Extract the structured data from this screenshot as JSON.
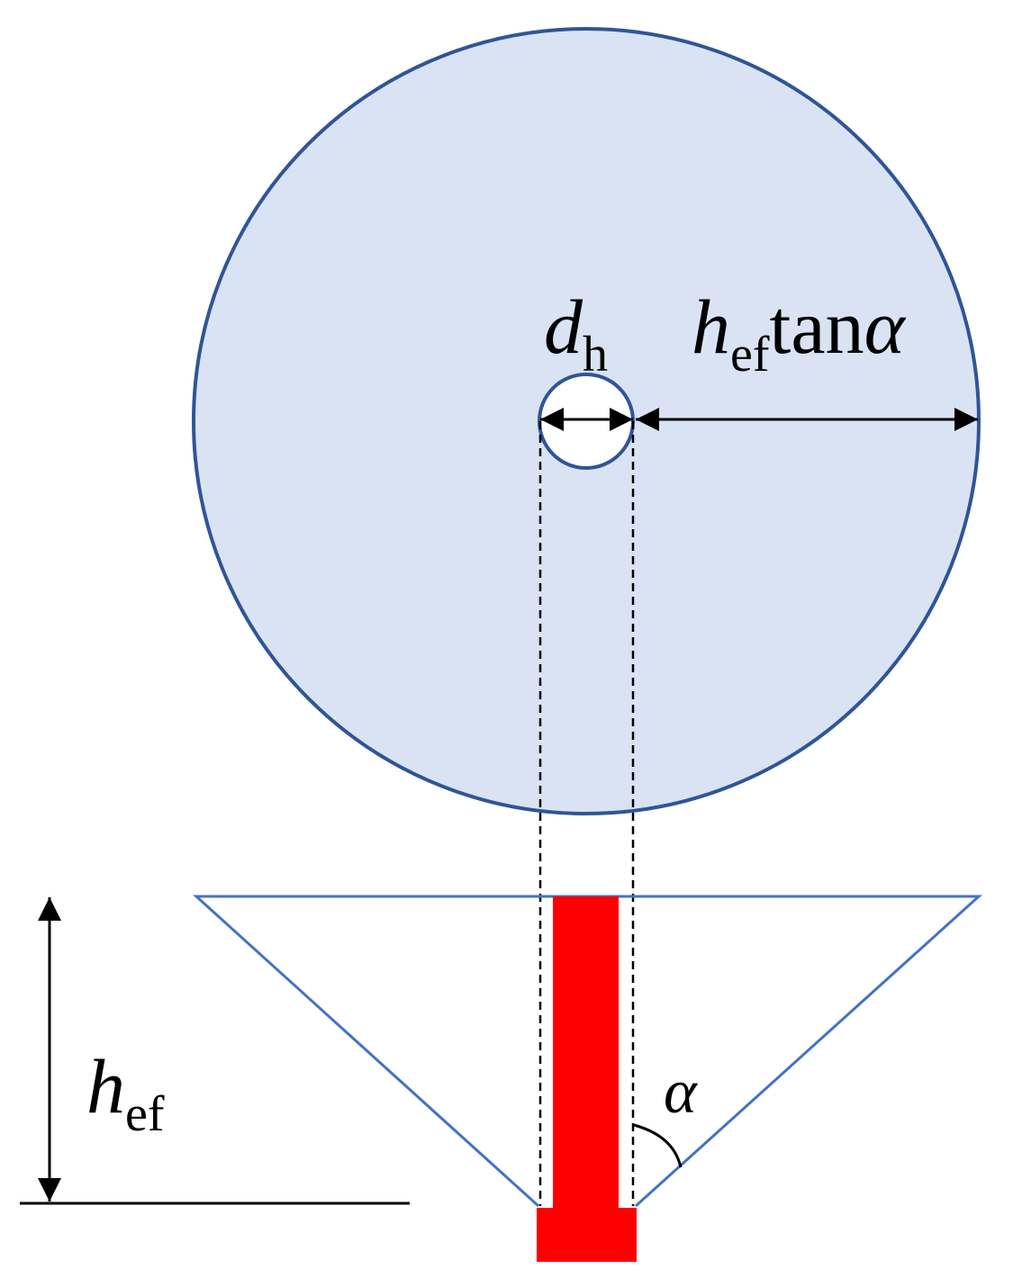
{
  "labels": {
    "hole_diameter": {
      "main": "d",
      "sub": "h"
    },
    "cone_radius": {
      "main": "h",
      "sub": "ef",
      "rest": "tan",
      "greek": "α"
    },
    "embedment_depth": {
      "main": "h",
      "sub": "ef"
    },
    "angle": "α"
  },
  "colors": {
    "circle_fill": "#dae3f3",
    "circle_stroke": "#2f5597",
    "cone_stroke": "#4472c4",
    "anchor": "#ff0000",
    "line": "#000000"
  }
}
